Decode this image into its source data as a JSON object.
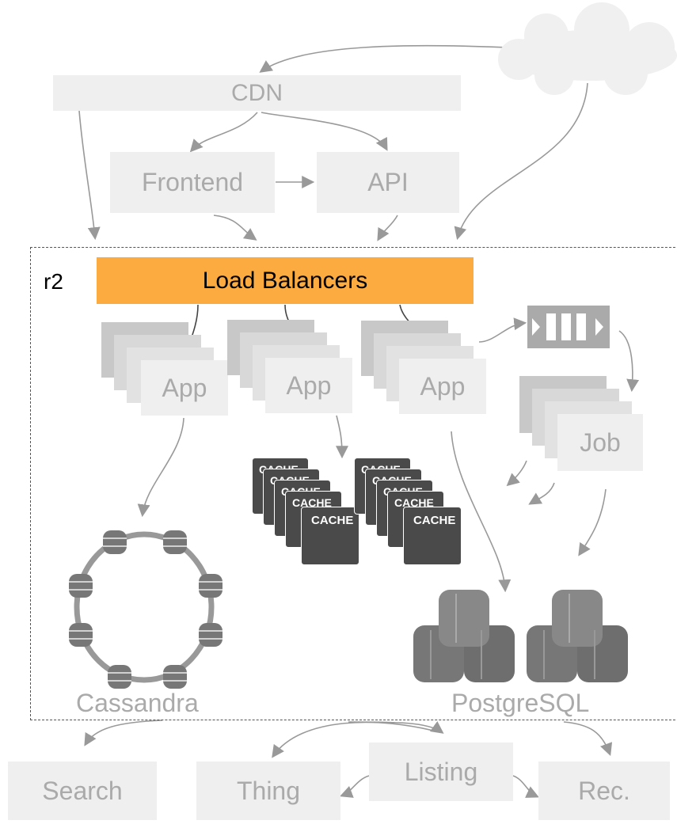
{
  "nodes": {
    "cdn": "CDN",
    "frontend": "Frontend",
    "api": "API",
    "load_balancers": "Load Balancers",
    "region": "r2",
    "app": "App",
    "job": "Job",
    "cache": "CACHE",
    "cassandra": "Cassandra",
    "postgresql": "PostgreSQL",
    "search": "Search",
    "thing": "Thing",
    "listing": "Listing",
    "rec": "Rec."
  },
  "colors": {
    "load_balancer": "#fbab40",
    "box_fill": "#efefef",
    "box_text": "#aaaaaa",
    "arrow": "#999999",
    "cache_fill": "#4a4a4a",
    "db_fill": "#777777"
  }
}
